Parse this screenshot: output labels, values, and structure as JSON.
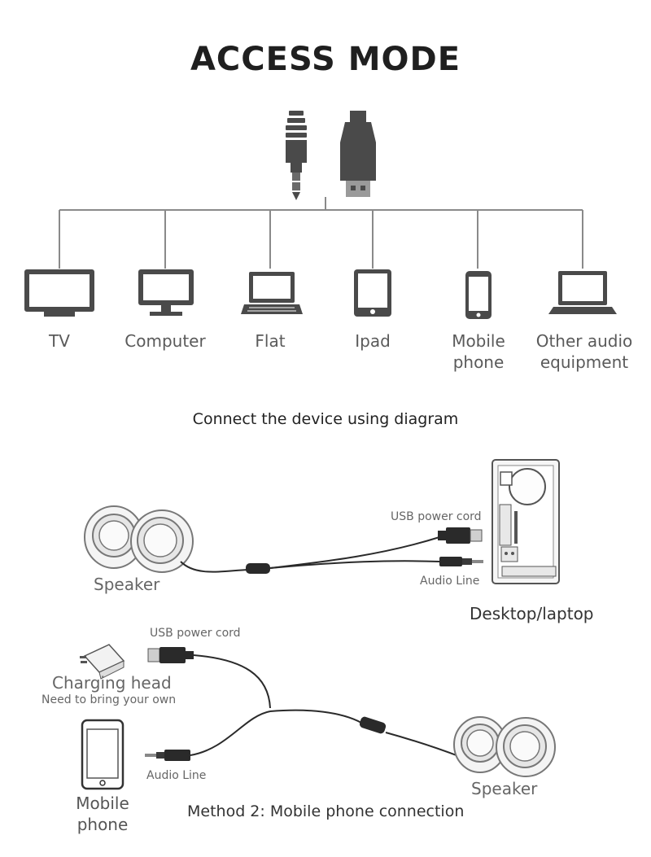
{
  "title": "ACCESS MODE",
  "devices": [
    {
      "label": "TV",
      "icon": "tv-icon"
    },
    {
      "label": "Computer",
      "icon": "monitor-icon"
    },
    {
      "label": "Flat",
      "icon": "laptop-icon"
    },
    {
      "label": "Ipad",
      "icon": "tablet-icon"
    },
    {
      "label": "Mobile\nphone",
      "icon": "smartphone-icon"
    },
    {
      "label": "Other audio\nequipment",
      "icon": "laptop-icon"
    }
  ],
  "caption": "Connect the device using diagram",
  "method1": {
    "usb_label": "USB power cord",
    "audio_label": "Audio Line",
    "speaker_label": "Speaker",
    "computer_label": "Desktop/laptop"
  },
  "method2": {
    "usb_label": "USB power cord",
    "charging_label": "Charging head",
    "charging_note": "Need to bring your own",
    "audio_label": "Audio Line",
    "phone_label": "Mobile\nphone",
    "speaker_label": "Speaker",
    "caption": "Method 2: Mobile phone connection"
  },
  "colors": {
    "icon": "#4a4a4a",
    "line": "#8a8a8a",
    "cable": "#2a2a2a"
  }
}
